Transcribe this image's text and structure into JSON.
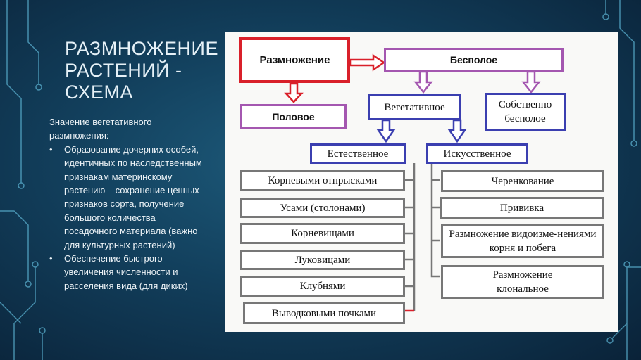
{
  "slide": {
    "title": "РАЗМНОЖЕНИЕ РАСТЕНИЙ - СХЕМА",
    "intro": "Значение вегетативного размножения:",
    "bullets": [
      "Образование дочерних особей, идентичных по наследственным признакам материнскому растению – сохранение ценных признаков сорта, получение большого количества посадочного материала (важно для культурных растений)",
      "Обеспечение быстрого увеличения численности и расселения вида (для диких)"
    ],
    "bullet_symbol": "•"
  },
  "diagram": {
    "root": "Размножение",
    "asexual": "Бесполое",
    "sexual": "Половое",
    "vegetative": "Вегетативное",
    "proper_asexual": "Собственно бесполое",
    "natural": "Естественное",
    "artificial": "Искусственное",
    "natural_items": [
      "Корневыми отпрысками",
      "Усами (столонами)",
      "Корневищами",
      "Луковицами",
      "Клубнями",
      "Выводковыми почками"
    ],
    "artificial_items": [
      "Черенкование",
      "Прививка",
      "Размножение видоизме-нениями корня и побега",
      "Размножение клональное"
    ]
  },
  "colors": {
    "root": "#d9202a",
    "level1": "#a457b0",
    "level2": "#3b3fb0",
    "leaf": "#777777"
  }
}
